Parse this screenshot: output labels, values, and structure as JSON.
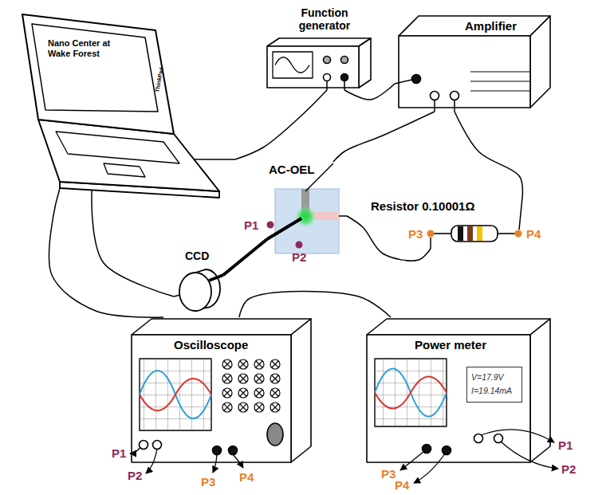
{
  "diagram": {
    "nodes": [
      {
        "text": [
          "Nano Center at Wake Forest",
          "ThinkPad"
        ]
      },
      {
        "text": [
          "Function generator"
        ]
      },
      {
        "text": [
          "Amplifier"
        ]
      },
      {
        "text": [
          "AC-OEL"
        ]
      },
      {
        "text": [
          "Resistor 0.10001Ω"
        ]
      },
      {
        "text": [
          "CCD"
        ]
      },
      {
        "text": [
          "Oscilloscope"
        ]
      },
      {
        "text": [
          "Power meter"
        ]
      },
      {
        "text": [
          "V=17.9V",
          "I=19.14mA"
        ],
        "in": 7
      }
    ],
    "edges": [
      {
        "from": 0,
        "to": 1,
        "arrow": "none"
      },
      {
        "from": 1,
        "to": 2,
        "arrow": "none"
      },
      {
        "from": 2,
        "to": 3,
        "arrow": "none"
      },
      {
        "from": 2,
        "to": 4,
        "arrow": "none"
      },
      {
        "from": 3,
        "to": 4,
        "arrow": "none"
      },
      {
        "from": 5,
        "to": 3,
        "arrow": "none"
      },
      {
        "from": 0,
        "to": 5,
        "arrow": "none"
      },
      {
        "from": 0,
        "to": 6,
        "arrow": "none"
      },
      {
        "from": 6,
        "to": 7,
        "arrow": "none"
      }
    ],
    "labels": [
      "P1",
      "P2",
      "P3",
      "P4",
      "P1",
      "P2",
      "P3",
      "P4",
      "P1",
      "P2",
      "P3",
      "P4"
    ]
  }
}
